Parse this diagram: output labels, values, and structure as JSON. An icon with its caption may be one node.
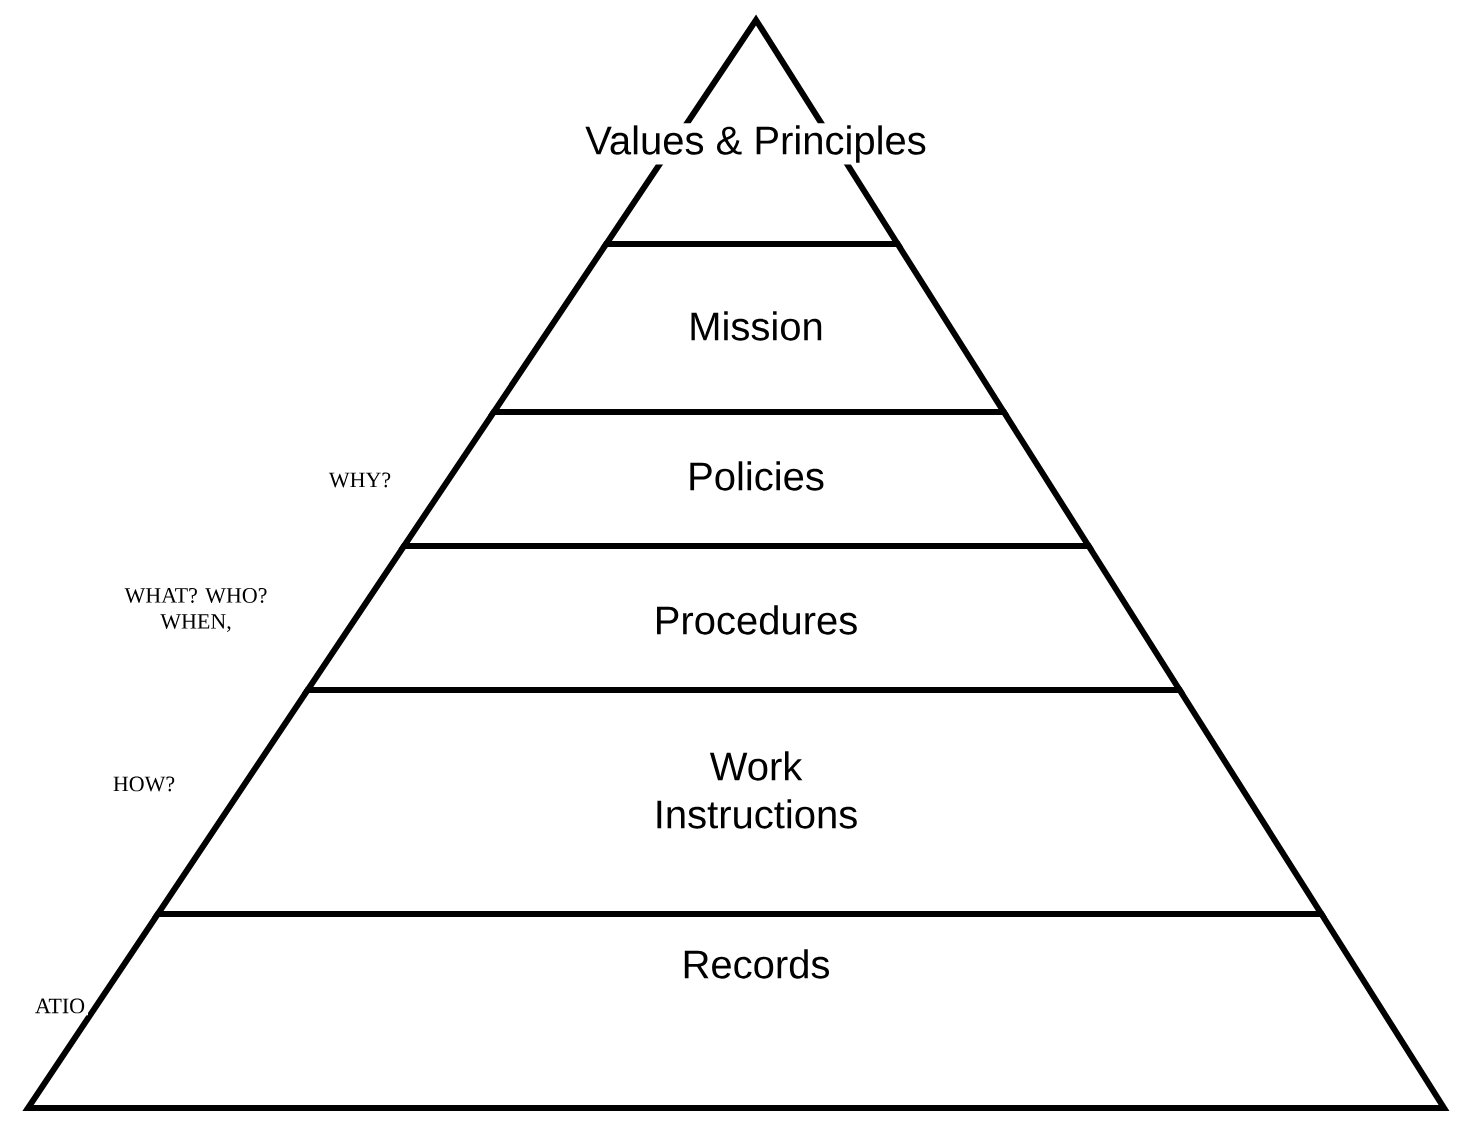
{
  "diagram": {
    "nodes": [
      {
        "text": [
          "Values & Principles"
        ]
      },
      {
        "text": [
          "Mission"
        ]
      },
      {
        "text": [
          "Policies"
        ]
      },
      {
        "text": [
          "Procedures"
        ]
      },
      {
        "text": [
          "Work Instructions"
        ]
      },
      {
        "text": [
          "Records"
        ]
      }
    ],
    "labels": [
      "WHY?",
      "WHAT? WHO? WHEN,",
      "HOW?",
      "ATIO"
    ]
  }
}
